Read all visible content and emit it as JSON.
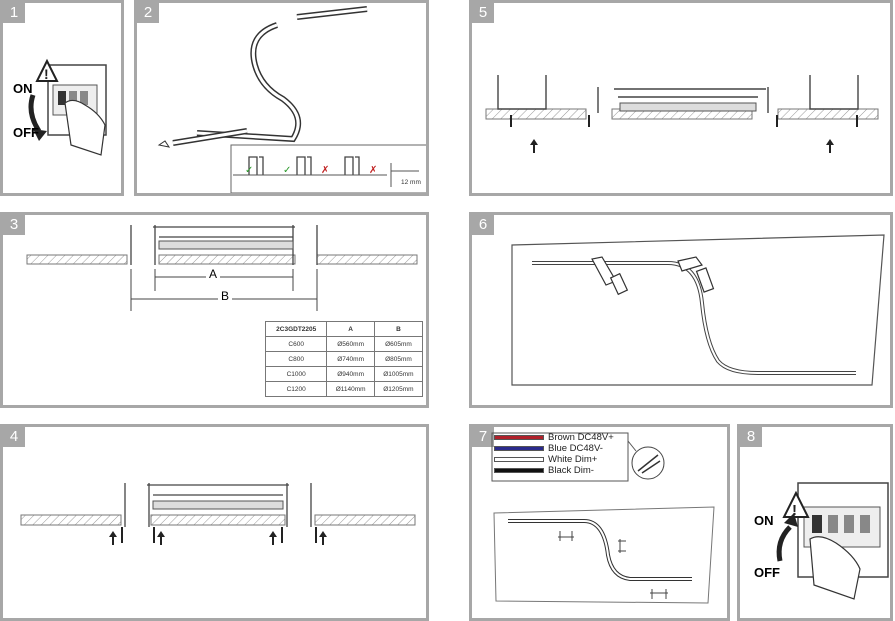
{
  "panels": {
    "p1": {
      "number": "1",
      "on": "ON",
      "off": "OFF"
    },
    "p2": {
      "number": "2",
      "gap": "12 mm"
    },
    "p3": {
      "number": "3",
      "dim_a": "A",
      "dim_b": "B",
      "table": {
        "headers": [
          "2C3GDT2205",
          "A",
          "B"
        ],
        "rows": [
          [
            "C600",
            "Ø560mm",
            "Ø605mm"
          ],
          [
            "C800",
            "Ø740mm",
            "Ø805mm"
          ],
          [
            "C1000",
            "Ø940mm",
            "Ø1005mm"
          ],
          [
            "C1200",
            "Ø1140mm",
            "Ø1205mm"
          ]
        ]
      }
    },
    "p4": {
      "number": "4"
    },
    "p5": {
      "number": "5"
    },
    "p6": {
      "number": "6"
    },
    "p7": {
      "number": "7",
      "wires": [
        {
          "label": "Brown DC48V+",
          "color": "#b0202a"
        },
        {
          "label": "Blue   DC48V-",
          "color": "#2a2a8c"
        },
        {
          "label": "White Dim+",
          "color": "#ffffff"
        },
        {
          "label": "Black  Dim-",
          "color": "#111111"
        }
      ]
    },
    "p8": {
      "number": "8",
      "on": "ON",
      "off": "OFF"
    }
  }
}
